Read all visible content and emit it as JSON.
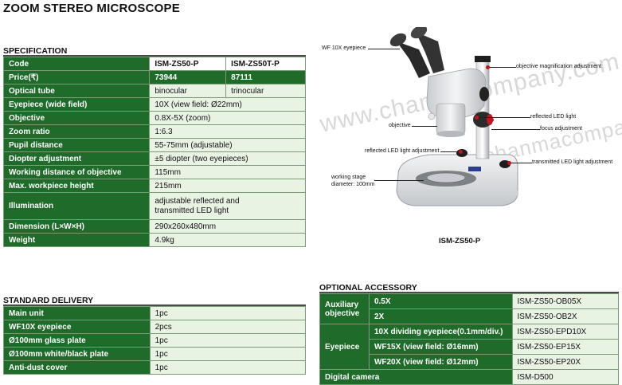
{
  "title": "ZOOM STEREO MICROSCOPE",
  "specification": {
    "heading": "SPECIFICATION",
    "col_model1": "ISM-ZS50-P",
    "col_model2": "ISM-ZS50T-P",
    "rows": [
      {
        "label": "Code",
        "v1": "ISM-ZS50-P",
        "v2": "ISM-ZS50T-P",
        "type": "header"
      },
      {
        "label": "Price(₹)",
        "v1": "73944",
        "v2": "87111",
        "type": "price"
      },
      {
        "label": "Optical tube",
        "v1": "binocular",
        "v2": "trinocular",
        "type": "split"
      },
      {
        "label": "Eyepiece (wide field)",
        "v1": "10X (view field: Ø22mm)",
        "type": "full"
      },
      {
        "label": "Objective",
        "v1": "0.8X-5X (zoom)",
        "type": "full"
      },
      {
        "label": "Zoom ratio",
        "v1": "1:6.3",
        "type": "full"
      },
      {
        "label": "Pupil distance",
        "v1": "55-75mm (adjustable)",
        "type": "full"
      },
      {
        "label": "Diopter adjustment",
        "v1": "±5 diopter (two eyepieces)",
        "type": "full"
      },
      {
        "label": "Working distance of objective",
        "v1": "115mm",
        "type": "full"
      },
      {
        "label": "Max. workpiece height",
        "v1": "215mm",
        "type": "full"
      },
      {
        "label": "Illumination",
        "v1": "adjustable reflected and transmitted LED light",
        "type": "tall"
      },
      {
        "label": "Dimension (L×W×H)",
        "v1": "290x260x480mm",
        "type": "full"
      },
      {
        "label": "Weight",
        "v1": "4.9kg",
        "type": "full"
      }
    ]
  },
  "standard_delivery": {
    "heading": "STANDARD DELIVERY",
    "rows": [
      {
        "label": "Main unit",
        "value": "1pc"
      },
      {
        "label": "WF10X eyepiece",
        "value": "2pcs"
      },
      {
        "label": "Ø100mm glass plate",
        "value": "1pc"
      },
      {
        "label": "Ø100mm white/black plate",
        "value": "1pc"
      },
      {
        "label": "Anti-dust cover",
        "value": "1pc"
      }
    ]
  },
  "optional_accessory": {
    "heading": "OPTIONAL ACCESSORY",
    "groups": [
      {
        "label": "Auxiliary objective",
        "items": [
          {
            "desc": "0.5X",
            "code": "ISM-ZS50-OB05X"
          },
          {
            "desc": "2X",
            "code": "ISM-ZS50-OB2X"
          }
        ]
      },
      {
        "label": "Eyepiece",
        "items": [
          {
            "desc": "10X dividing eyepiece(0.1mm/div.)",
            "code": "ISM-ZS50-EPD10X"
          },
          {
            "desc": "WF15X (view field: Ø16mm)",
            "code": "ISM-ZS50-EP15X"
          },
          {
            "desc": "WF20X (view field: Ø12mm)",
            "code": "ISM-ZS50-EP20X"
          }
        ]
      },
      {
        "label": "Digital camera",
        "items": [
          {
            "desc": "",
            "code": "ISM-D500"
          }
        ]
      }
    ]
  },
  "figure": {
    "caption": "ISM-ZS50-P",
    "watermark": "www.chanmacompany.com",
    "callouts": {
      "eyepiece": "WF 10X eyepiece",
      "objective_mag": "objective magnification adjustment",
      "reflected_led": "reflected LED light",
      "objective": "objective",
      "focus": "focus adjustment",
      "reflected_adj": "reflected LED light adjustment",
      "transmitted_adj": "transmitted LED light adjustment",
      "stage": "working stage diameter: 100mm"
    }
  }
}
